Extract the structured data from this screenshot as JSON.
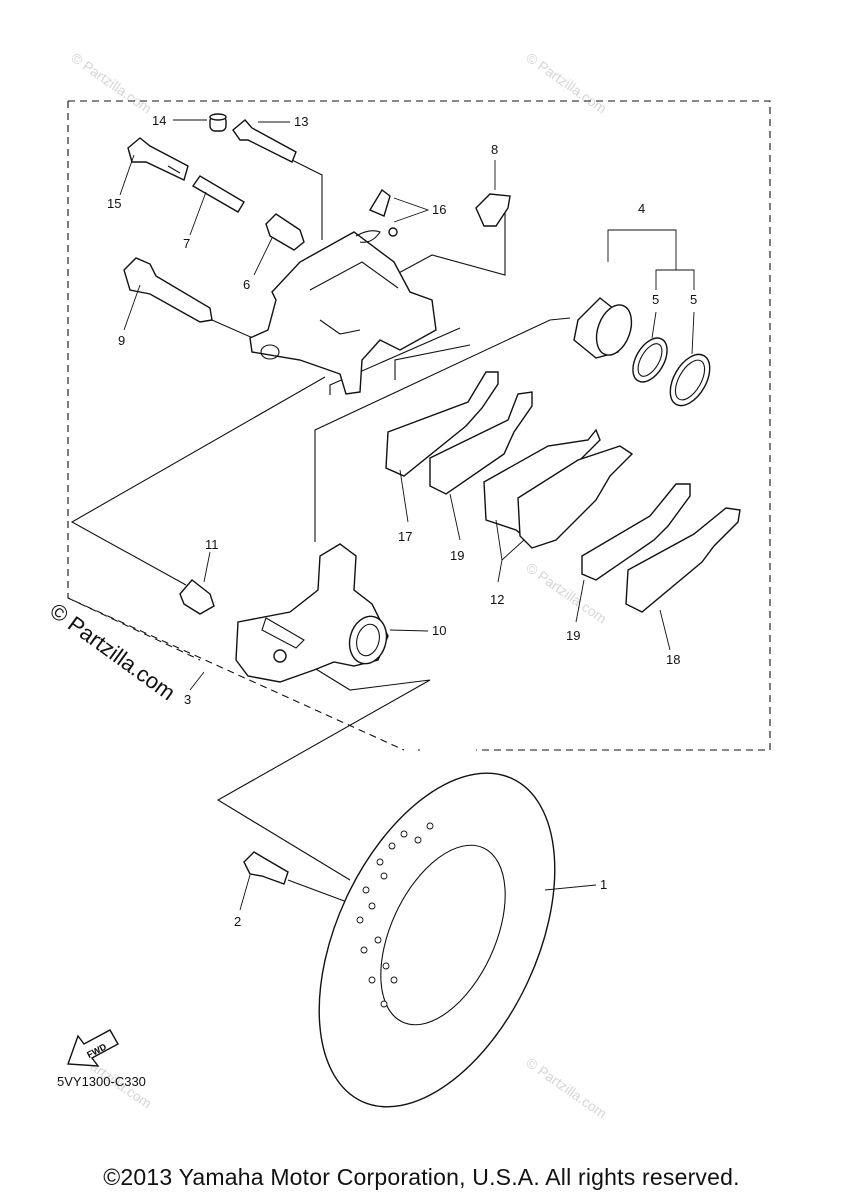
{
  "diagram": {
    "code": "5VY1300-C330",
    "copyright": "©2013 Yamaha Motor Corporation, U.S.A. All rights reserved.",
    "partzilla_mark": "© Partzilla.com",
    "watermark": "© Partzilla.com",
    "fwd_label": "FWD",
    "callouts": [
      "1",
      "2",
      "3",
      "4",
      "5",
      "5",
      "6",
      "7",
      "8",
      "9",
      "10",
      "11",
      "12",
      "13",
      "14",
      "15",
      "16",
      "17",
      "18",
      "19",
      "19"
    ]
  }
}
